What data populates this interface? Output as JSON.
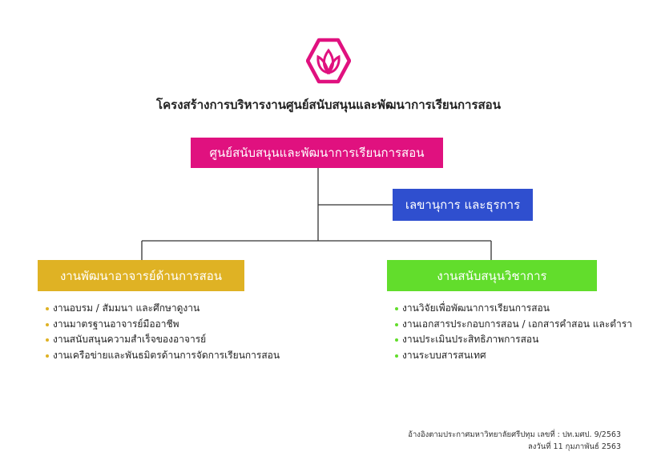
{
  "title": "โครงสร้างการบริหารงานศูนย์สนับสนุนและพัฒนาการเรียนการสอน",
  "colors": {
    "logo": "#e0117f",
    "center": "#e0117f",
    "secretary": "#2f4fcf",
    "left": "#dfb224",
    "right": "#62dd2c",
    "line": "#333333"
  },
  "center_box": {
    "label": "ศูนย์สนับสนุนและพัฒนาการเรียนการสอน"
  },
  "secretary_box": {
    "label": "เลขานุการ และธุรการ"
  },
  "left_unit": {
    "label": "งานพัฒนาอาจารย์ด้านการสอน",
    "items": [
      "งานอบรม / สัมมนา และศึกษาดูงาน",
      "งานมาตรฐานอาจารย์มืออาชีพ",
      "งานสนับสนุนความสำเร็จของอาจารย์",
      "งานเครือข่ายและพันธมิตรด้านการจัดการเรียนการสอน"
    ]
  },
  "right_unit": {
    "label": "งานสนับสนุนวิชาการ",
    "items": [
      "งานวิจัยเพื่อพัฒนาการเรียนการสอน",
      "งานเอกสารประกอบการสอน / เอกสารคำสอน และตำรา",
      "งานประเมินประสิทธิภาพการสอน",
      "งานระบบสารสนเทศ"
    ]
  },
  "footer": {
    "line1": "อ้างอิงตามประกาศมหาวิทยาลัยศรีปทุม เลขที่ : ปท.มศป. 9/2563",
    "line2": "ลงวันที่ 11 กุมภาพันธ์ 2563"
  }
}
